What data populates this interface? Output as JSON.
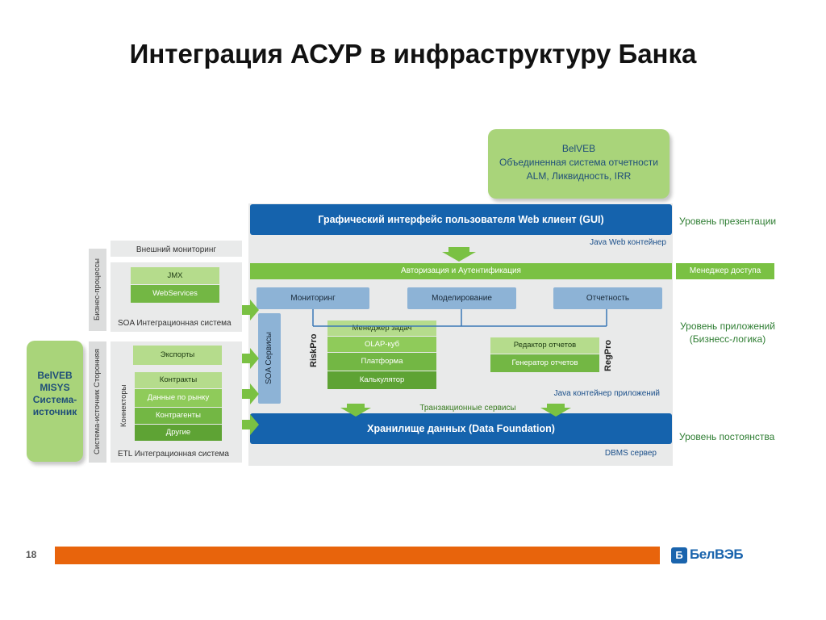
{
  "title": "Интеграция АСУР в инфраструктуру Банка",
  "top_box": {
    "line1": "BelVEB",
    "line2": "Объединенная система отчетности",
    "line3": "ALM, Ликвидность, IRR"
  },
  "gui_bar": "Графический интерфейс пользователя Web клиент (GUI)",
  "java_web": "Java Web контейнер",
  "auth_bar": "Авторизация и Аутентификация",
  "modules": [
    "Мониторинг",
    "Моделирование",
    "Отчетность"
  ],
  "soa_services": "SOA Сервисы",
  "riskpro": {
    "label": "RiskPro",
    "items": [
      "Менеджер задач",
      "OLAP-куб",
      "Платформа",
      "Калькулятор"
    ]
  },
  "regpro": {
    "label": "RegPro",
    "items": [
      "Редактор отчетов",
      "Генератор отчетов"
    ]
  },
  "java_app": "Java контейнер приложений",
  "trans_services": "Транзакционные сервисы",
  "data_bar": "Хранилище данных (Data Foundation)",
  "dbms": "DBMS сервер",
  "right_labels": {
    "presentation": "Уровень презентации",
    "access": "Менеджер доступа",
    "app1": "Уровень приложений",
    "app2": "(Бизнесс-логика)",
    "persistence": "Уровень постоянства"
  },
  "left": {
    "ext_monitoring": "Внешний мониторинг",
    "business_processes": "Бизнес-процессы",
    "soa_items": [
      "JMX",
      "WebServices"
    ],
    "soa_label": "SOA Интеграционная система",
    "exports": "Экспорты",
    "connectors": "Коннекторы",
    "etl_items": [
      "Контракты",
      "Данные по рынку",
      "Контрагенты",
      "Другие"
    ],
    "etl_label": "ETL Интеграционная система",
    "source_side": "Система-источник Сторонняя",
    "source_box": [
      "BelVEB",
      "MISYS",
      "Система-",
      "источник"
    ]
  },
  "footer": {
    "page": "18",
    "logo_text": "БелВЭБ",
    "logo_letter": "Б"
  },
  "colors": {
    "accent_orange": "#e8640c",
    "blue": "#1563ad",
    "green": "#7ac143",
    "light_green": "#a9d47a"
  }
}
